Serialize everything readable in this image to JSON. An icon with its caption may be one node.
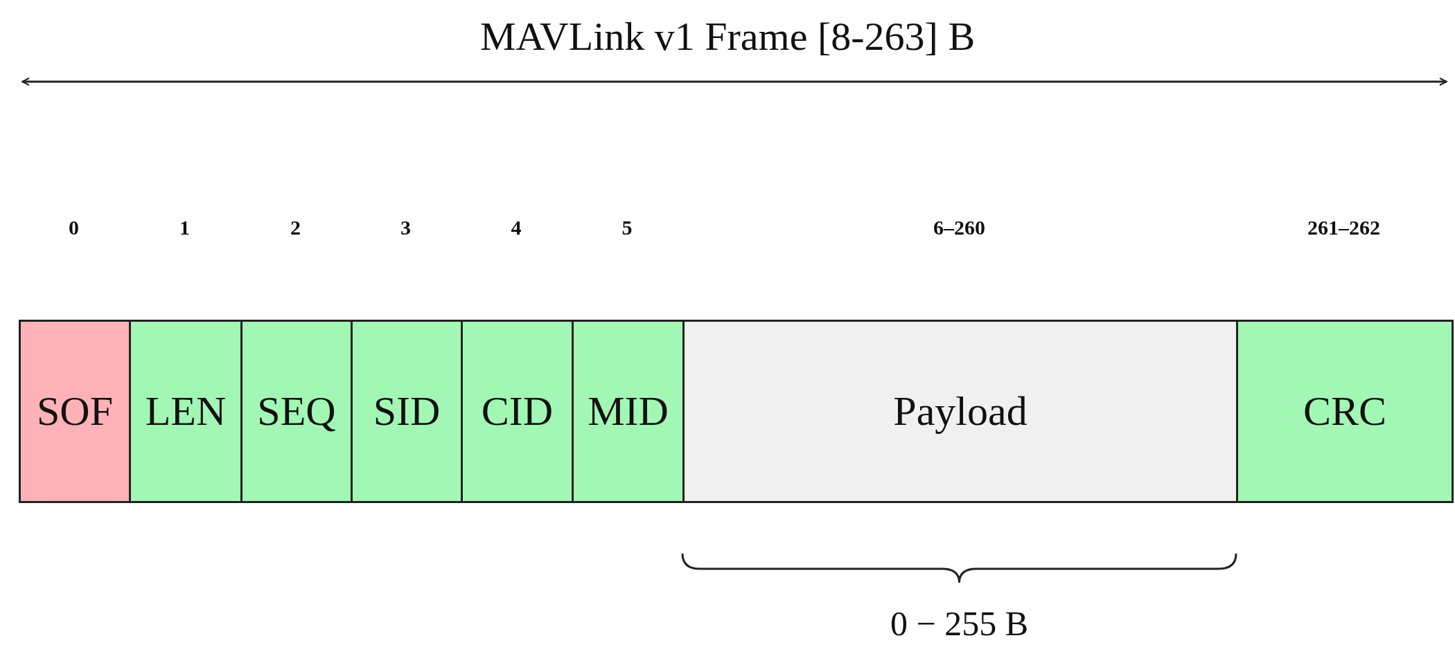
{
  "diagram": {
    "title": "MAVLink v1 Frame [8-263] B",
    "nodes": [
      {
        "text": [
          "SOF"
        ]
      },
      {
        "text": [
          "LEN"
        ]
      },
      {
        "text": [
          "SEQ"
        ]
      },
      {
        "text": [
          "SID"
        ]
      },
      {
        "text": [
          "CID"
        ]
      },
      {
        "text": [
          "MID"
        ]
      },
      {
        "text": [
          "Payload"
        ]
      },
      {
        "text": [
          "CRC"
        ]
      }
    ],
    "edges": [],
    "labels": [
      "0",
      "1",
      "2",
      "3",
      "4",
      "5",
      "6–260",
      "261–262",
      "0 − 255 B"
    ]
  }
}
